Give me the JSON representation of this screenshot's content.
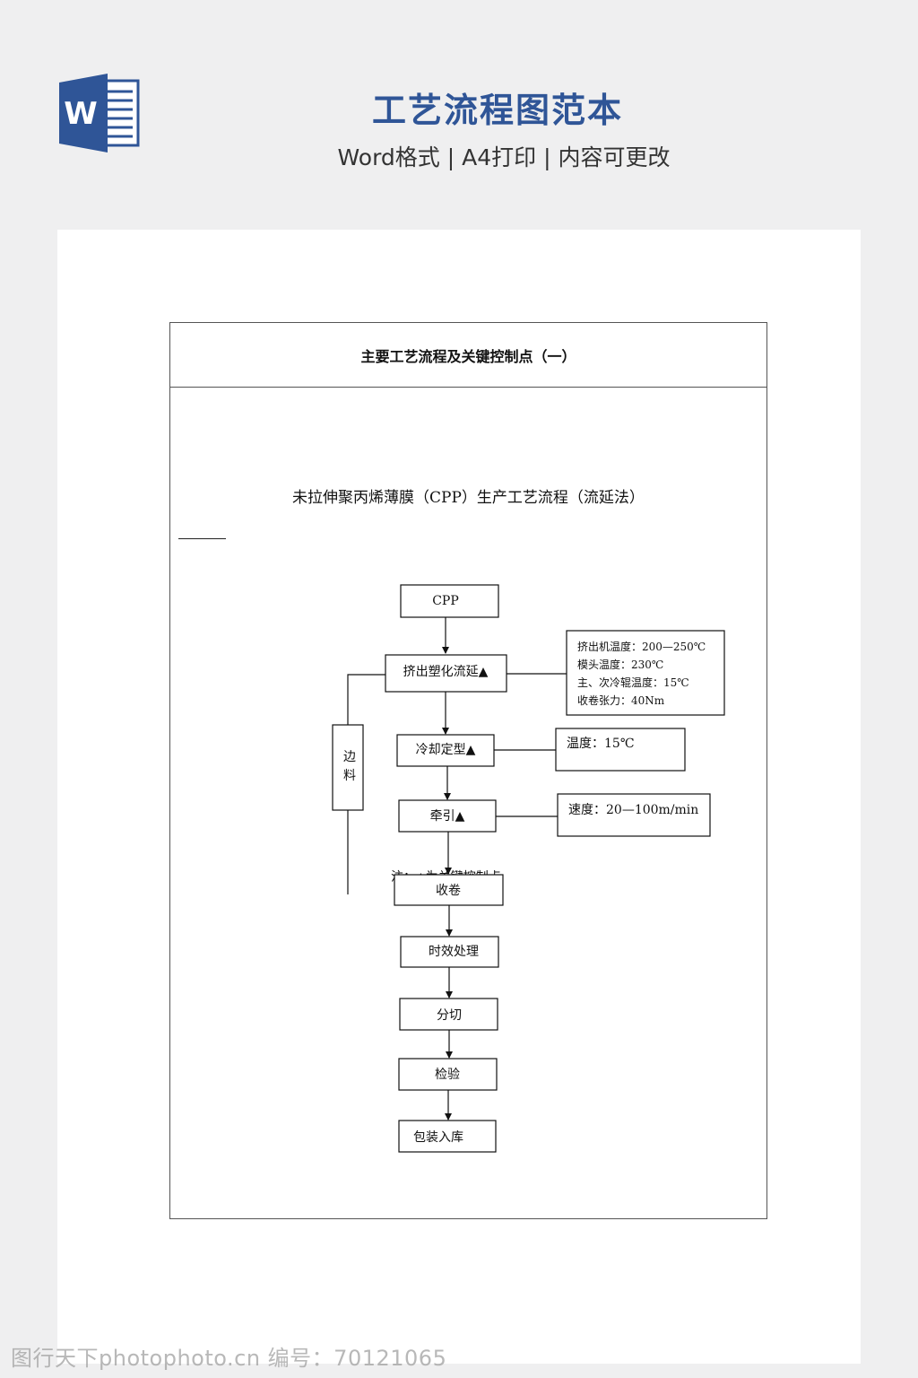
{
  "header": {
    "title": "工艺流程图范本",
    "subtitle": "Word格式 | A4打印 | 内容可更改",
    "logo_letter": "W",
    "brand_color": "#2f5597",
    "logo_icon": "word-document-icon"
  },
  "document": {
    "table_header": "主要工艺流程及关键控制点（一）",
    "process_title": "未拉伸聚丙烯薄膜（CPP）生产工艺流程（流延法）",
    "steps": [
      "CPP",
      "挤出塑化流延▲",
      "冷却定型▲",
      "牵引▲",
      "收卷",
      "时效处理",
      "分切",
      "检验",
      "包装入库"
    ],
    "side_box": [
      "边",
      "料"
    ],
    "overlapped_note": "注：▲为关键控制点",
    "control_notes": {
      "extrusion": [
        "挤出机温度：200—250℃",
        "模头温度：230℃",
        "主、次冷辊温度：15℃",
        "收卷张力：40Nm"
      ],
      "cooling": "温度：15℃",
      "traction": "速度：20—100m/min"
    }
  },
  "watermark": "图行天下photophoto.cn  编号：70121065"
}
